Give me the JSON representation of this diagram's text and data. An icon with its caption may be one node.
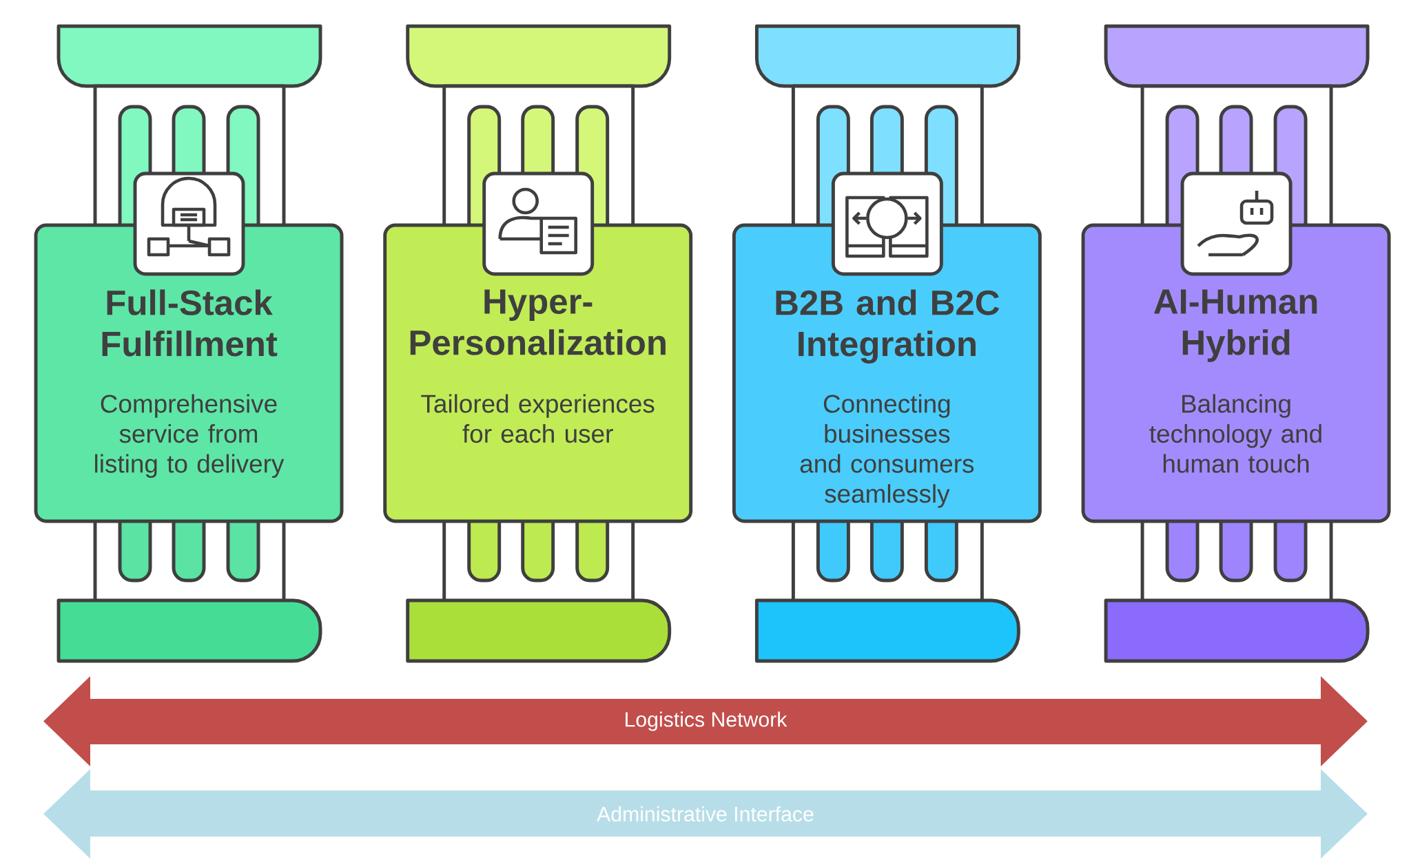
{
  "diagram": {
    "nodes": [
      {
        "text": [
          "Full-Stack Fulfillment",
          "Comprehensive service from listing to delivery"
        ]
      },
      {
        "text": [
          "Hyper-Personalization",
          "Tailored experiences for each user"
        ]
      },
      {
        "text": [
          "B2B and B2C Integration",
          "Connecting businesses and consumers seamlessly"
        ]
      },
      {
        "text": [
          "AI-Human Hybrid",
          "Balancing technology and human touch"
        ]
      },
      {
        "text": [
          "Logistics Network"
        ]
      },
      {
        "text": [
          "Administrative Interface"
        ]
      }
    ]
  }
}
